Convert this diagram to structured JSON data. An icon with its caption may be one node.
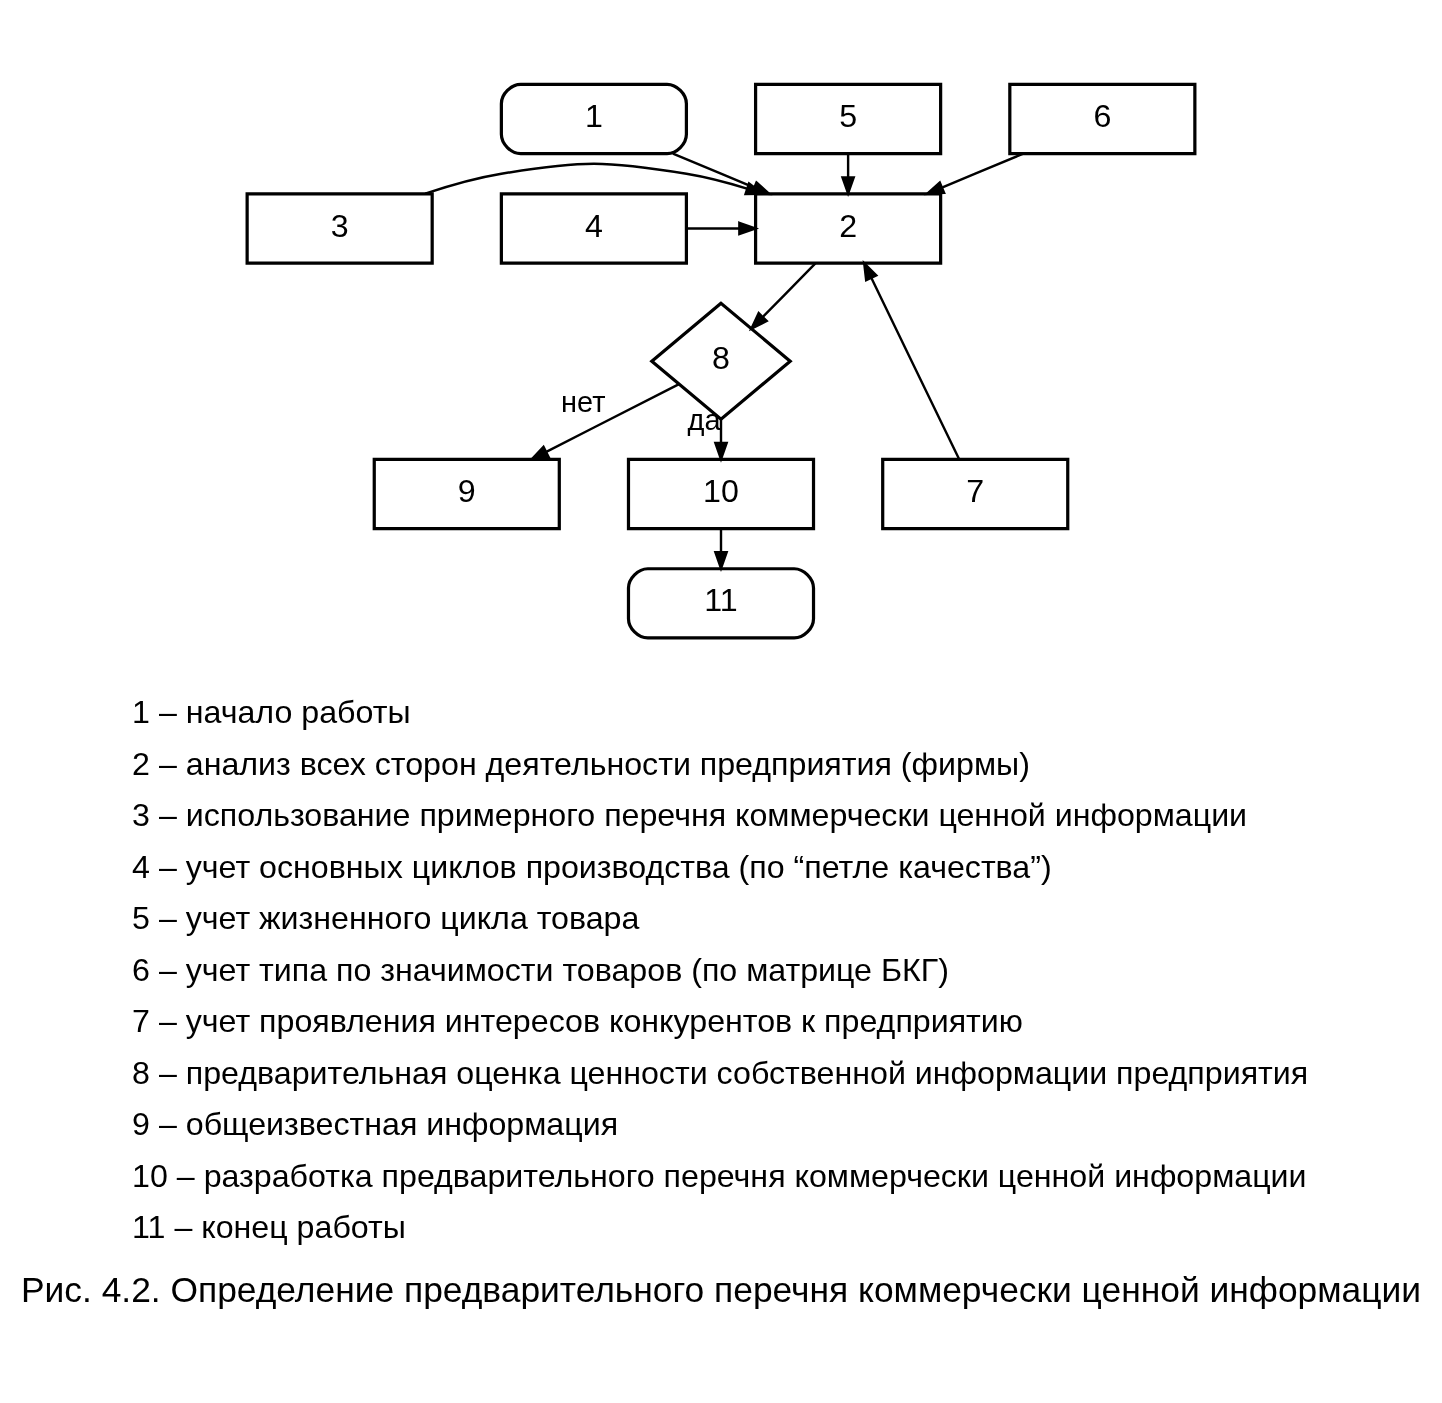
{
  "diagram": {
    "caption": "Рис. 4.2. Определение предварительного перечня коммерчески ценной информации",
    "nodes": [
      {
        "text": [
          "1"
        ]
      },
      {
        "text": [
          "2"
        ]
      },
      {
        "text": [
          "3"
        ]
      },
      {
        "text": [
          "4"
        ]
      },
      {
        "text": [
          "5"
        ]
      },
      {
        "text": [
          "6"
        ]
      },
      {
        "text": [
          "7"
        ]
      },
      {
        "text": [
          "8"
        ]
      },
      {
        "text": [
          "9"
        ]
      },
      {
        "text": [
          "10"
        ]
      },
      {
        "text": [
          "11"
        ]
      }
    ],
    "edges": [
      {
        "from": 0,
        "to": 1,
        "arrow": "to"
      },
      {
        "from": 2,
        "to": 1,
        "arrow": "to"
      },
      {
        "from": 3,
        "to": 1,
        "arrow": "to"
      },
      {
        "from": 4,
        "to": 1,
        "arrow": "to"
      },
      {
        "from": 5,
        "to": 1,
        "arrow": "to"
      },
      {
        "from": 6,
        "to": 1,
        "arrow": "to"
      },
      {
        "from": 1,
        "to": 7,
        "arrow": "to"
      },
      {
        "from": 7,
        "to": 8,
        "label": "нет",
        "arrow": "to"
      },
      {
        "from": 7,
        "to": 9,
        "label": "да",
        "arrow": "to"
      },
      {
        "from": 9,
        "to": 10,
        "arrow": "to"
      }
    ],
    "labels": [
      "1 – начало работы",
      "2 – анализ всех сторон деятельности предприятия (фирмы)",
      "3 – использование примерного перечня коммерчески ценной информации",
      "4 – учет основных циклов производства (по “петле качества”)",
      "5 – учет жизненного цикла товара",
      "6 – учет типа по значимости товаров (по матрице БКГ)",
      "7 – учет проявления интересов конкурентов к предприятию",
      "8 – предварительная оценка ценности собственной информации предприятия",
      "9 – общеизвестная информация",
      "10 – разработка предварительного перечня коммерчески ценной информации",
      "11 – конец работы"
    ]
  }
}
